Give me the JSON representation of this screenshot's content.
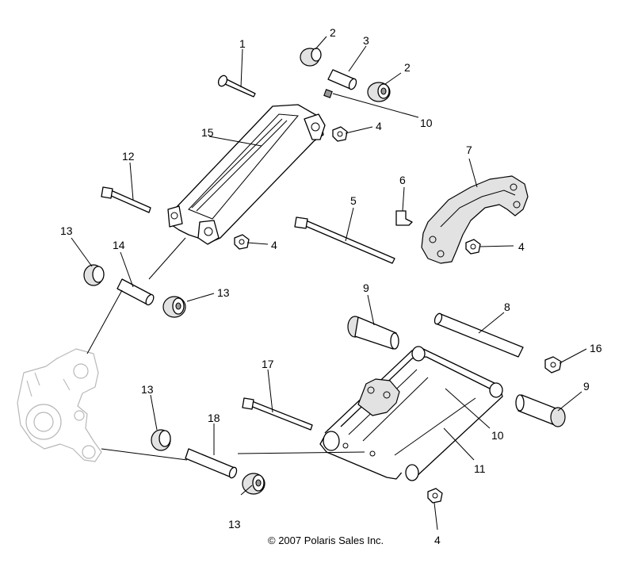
{
  "callouts": {
    "c1": "1",
    "c2a": "2",
    "c2b": "2",
    "c3": "3",
    "c4a": "4",
    "c4b": "4",
    "c4c": "4",
    "c4d": "4",
    "c5": "5",
    "c6": "6",
    "c7": "7",
    "c8": "8",
    "c9a": "9",
    "c9b": "9",
    "c10a": "10",
    "c10b": "10",
    "c11": "11",
    "c12": "12",
    "c13a": "13",
    "c13b": "13",
    "c13c": "13",
    "c13d": "13",
    "c14": "14",
    "c15": "15",
    "c16": "16",
    "c17": "17",
    "c18": "18"
  },
  "copyright": "© 2007 Polaris Sales Inc."
}
